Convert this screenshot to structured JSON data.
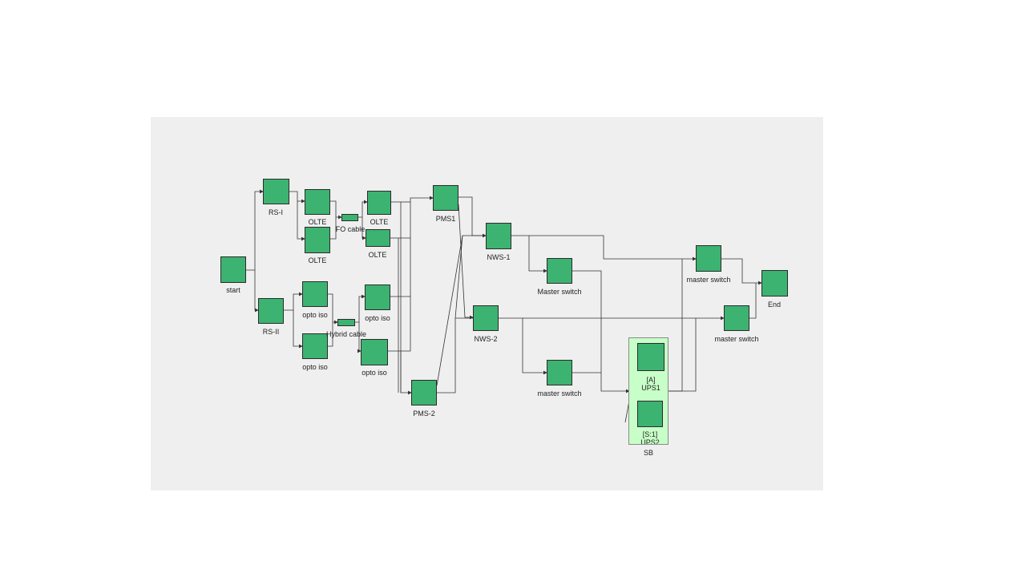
{
  "colors": {
    "block": "#3cb371",
    "canvas": "#efefef",
    "group": "#c8ffc8",
    "wire": "#333333"
  },
  "nodes": {
    "start": "start",
    "rs1": "RS-I",
    "rs2": "RS-II",
    "olte1": "OLTE",
    "olte2": "OLTE",
    "fo_cable": "FO cable",
    "olte3": "OLTE",
    "olte4": "OLTE",
    "opto1": "opto iso",
    "opto2": "opto iso",
    "hybrid_cable": "Hybrid cable",
    "opto3": "opto iso",
    "opto4": "opto iso",
    "pms1": "PMS1",
    "pms2": "PMS-2",
    "nws1": "NWS-1",
    "nws2": "NWS-2",
    "ms1": "Master switch",
    "ms2": "master switch",
    "ms3": "master switch",
    "ms4": "master switch",
    "ups1_tag": "[A]",
    "ups1": "UPS1",
    "ups2_tag": "[S:1]",
    "ups2": "UPS2",
    "sb": "SB",
    "end": "End"
  }
}
